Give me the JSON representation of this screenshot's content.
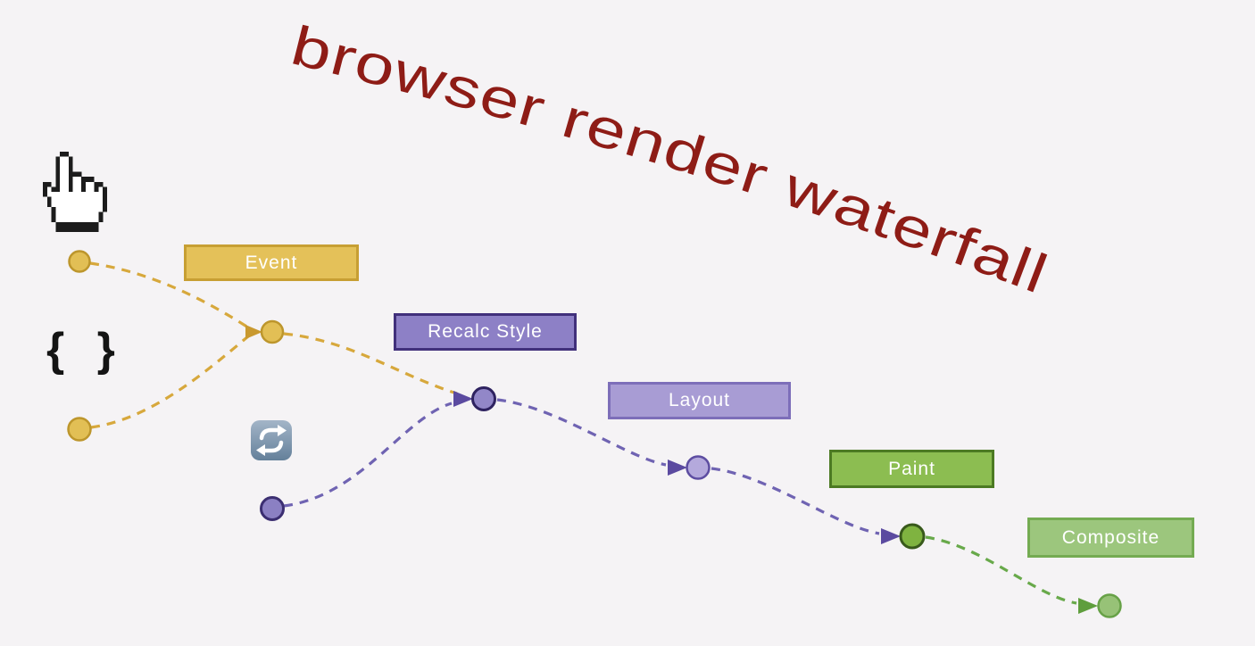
{
  "title": {
    "text": "browser render waterfall",
    "color": "#8e1c16"
  },
  "background": "#f5f3f5",
  "stages": [
    {
      "label": "Event",
      "fill": "#e4c159",
      "border": "#c79f33",
      "text_color": "#ffffff"
    },
    {
      "label": "Recalc Style",
      "fill": "#8d80c6",
      "border": "#41307b",
      "text_color": "#ffffff"
    },
    {
      "label": "Layout",
      "fill": "#a89cd4",
      "border": "#7d6eb9",
      "text_color": "#ffffff"
    },
    {
      "label": "Paint",
      "fill": "#8cbd51",
      "border": "#4c7a23",
      "text_color": "#ffffff"
    },
    {
      "label": "Composite",
      "fill": "#9cc67d",
      "border": "#74ab52",
      "text_color": "#ffffff"
    }
  ],
  "icons": {
    "hand_cursor": "hand-cursor-icon",
    "braces": "{ }",
    "repeat": "repeat-icon"
  },
  "edge_colors": {
    "event_dash": "#d7a83c",
    "style_dash": "#6f63b2",
    "composite_dash": "#68a94a"
  },
  "node_colors": {
    "event_node": "#e2bf55",
    "style_node": "#9287c8",
    "layout_node": "#b4a9dc",
    "paint_node": "#7fb340",
    "composite_node": "#97c277"
  }
}
